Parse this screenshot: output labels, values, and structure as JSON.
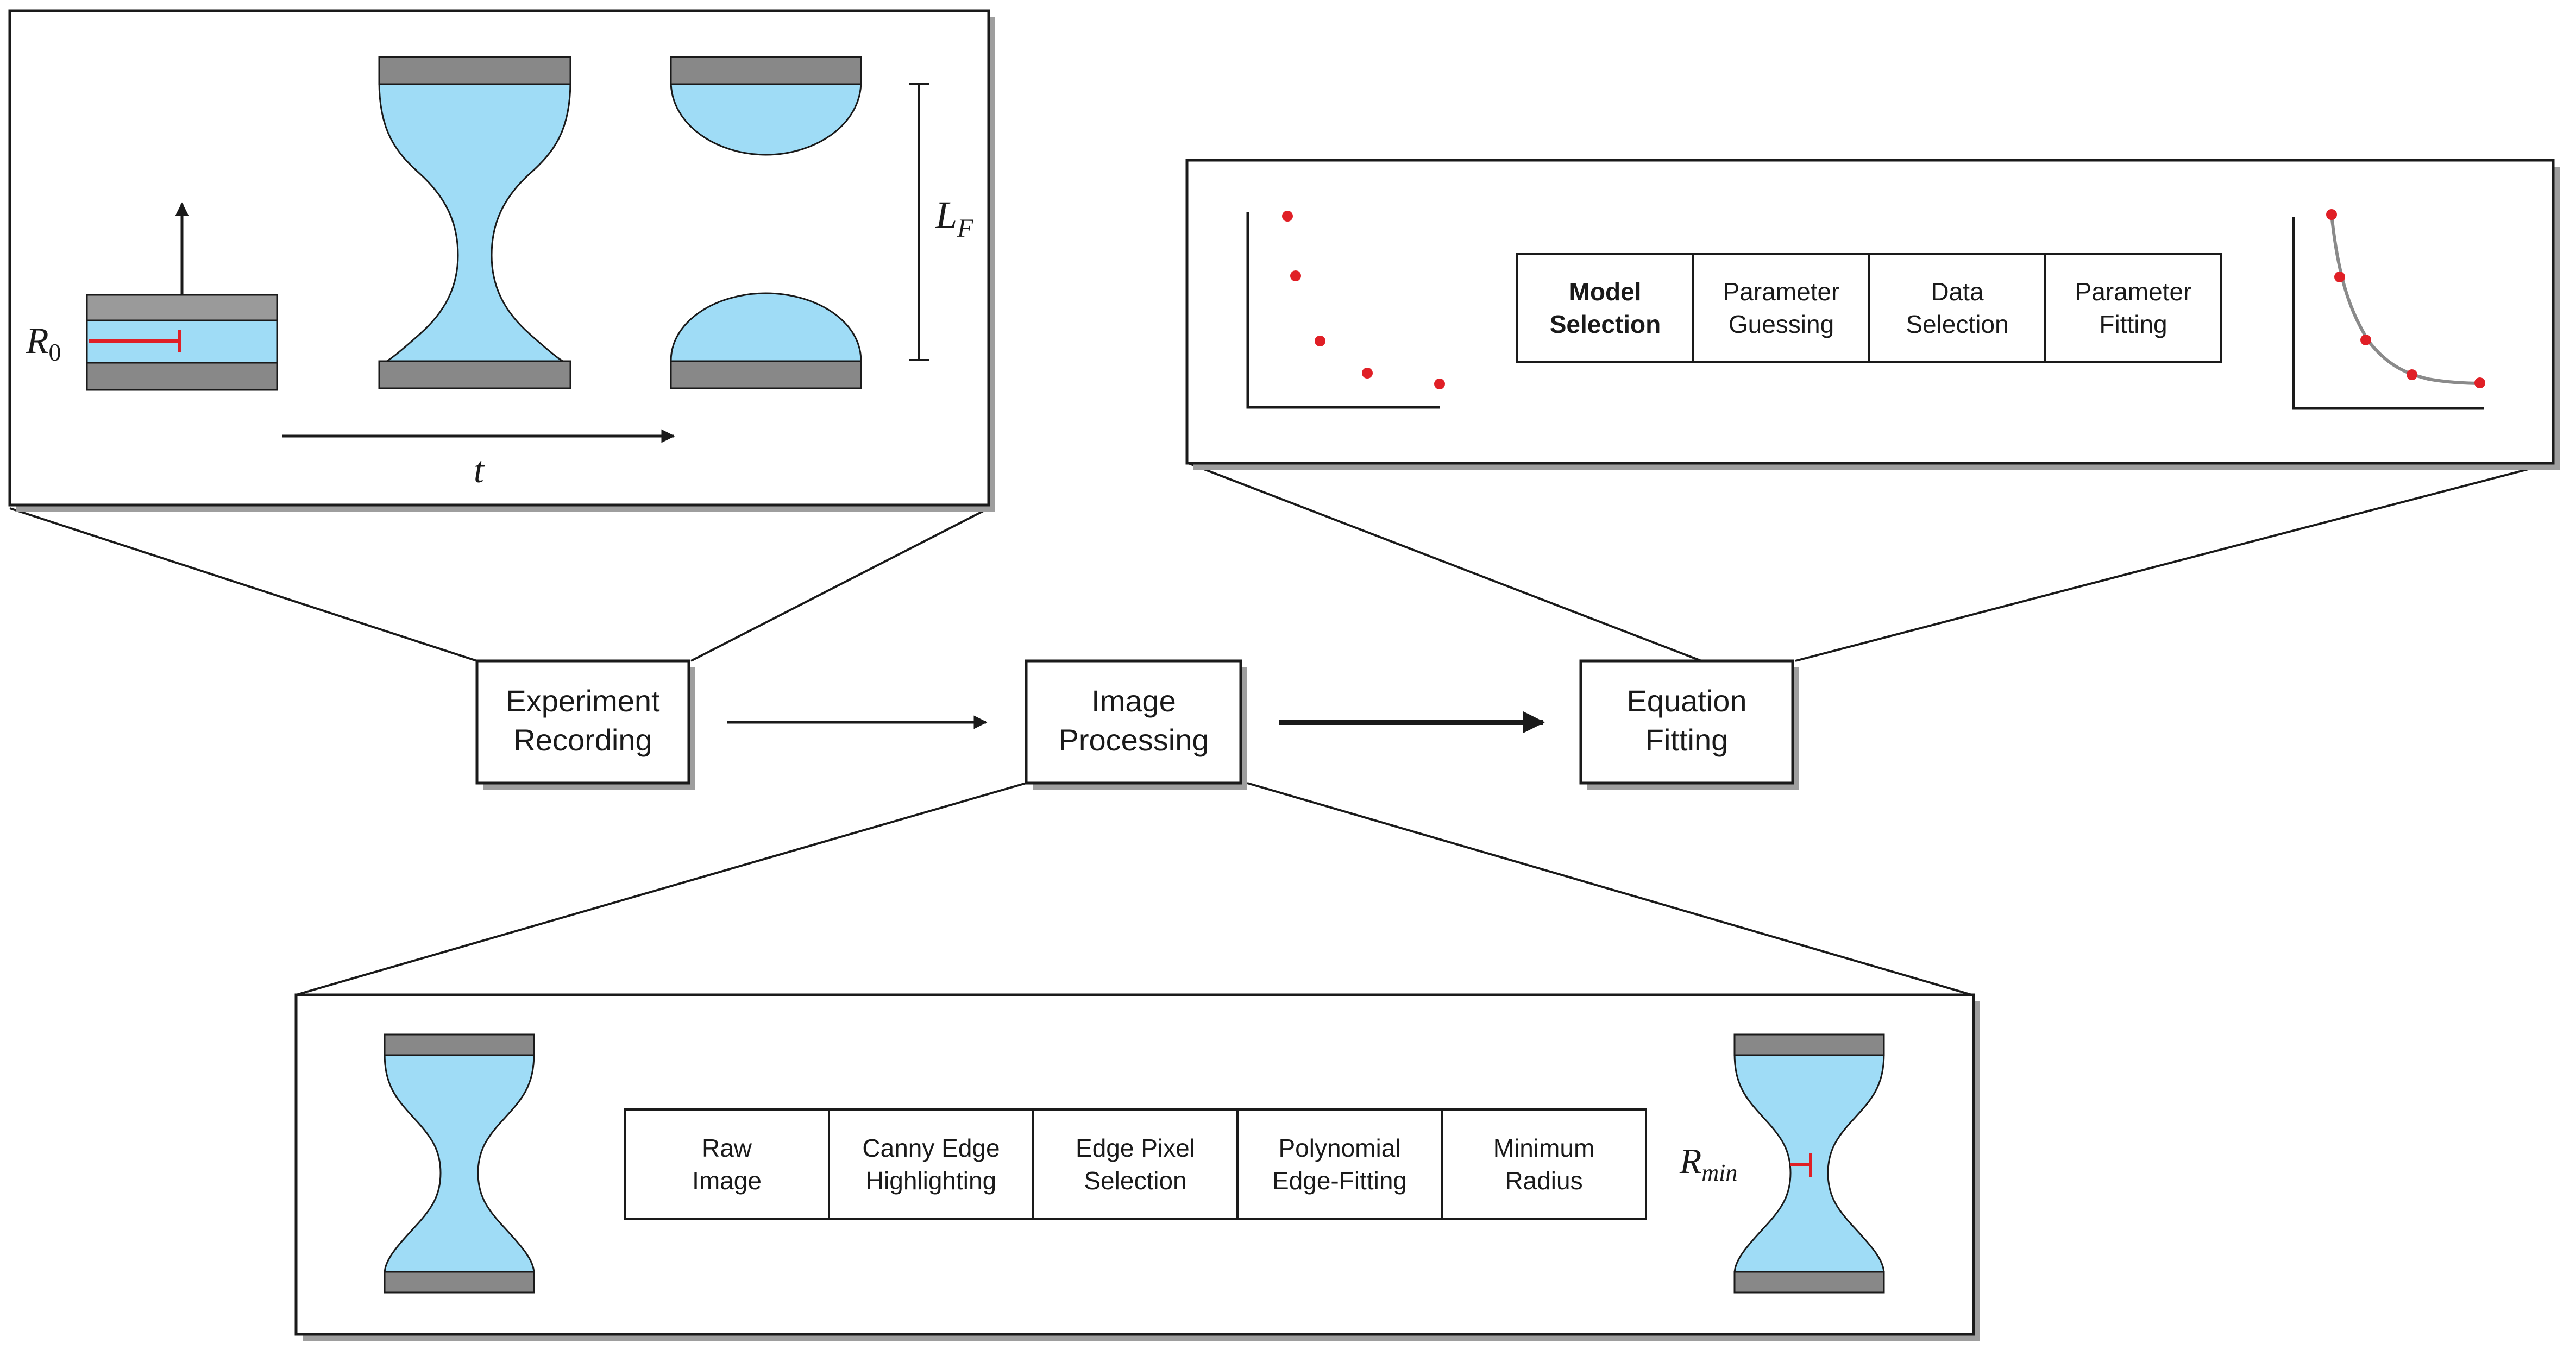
{
  "colors": {
    "fluid": "#9fdcf6",
    "plate": "#888888",
    "plate_light": "#9a9a9a",
    "marker": "#e01f26",
    "stroke": "#1a1a1a",
    "shadow": "#9e9e9e",
    "fit_curve": "#8a8a8a"
  },
  "flow": {
    "experiment": {
      "line1": "Experiment",
      "line2": "Recording"
    },
    "image": {
      "line1": "Image",
      "line2": "Processing"
    },
    "equation": {
      "line1": "Equation",
      "line2": "Fitting"
    }
  },
  "experiment_panel": {
    "r0_symbol": "R",
    "r0_subscript": "0",
    "lf_symbol": "L",
    "lf_subscript": "F",
    "time_symbol": "t"
  },
  "fitting_panel": {
    "steps": [
      {
        "line1": "Model",
        "line2": "Selection",
        "bold": true
      },
      {
        "line1": "Parameter",
        "line2": "Guessing",
        "bold": false
      },
      {
        "line1": "Data",
        "line2": "Selection",
        "bold": false
      },
      {
        "line1": "Parameter",
        "line2": "Fitting",
        "bold": false
      }
    ]
  },
  "processing_panel": {
    "steps": [
      {
        "line1": "Raw",
        "line2": "Image"
      },
      {
        "line1": "Canny Edge",
        "line2": "Highlighting"
      },
      {
        "line1": "Edge Pixel",
        "line2": "Selection"
      },
      {
        "line1": "Polynomial",
        "line2": "Edge-Fitting"
      },
      {
        "line1": "Minimum",
        "line2": "Radius"
      }
    ],
    "rmin_symbol": "R",
    "rmin_subscript": "min"
  }
}
